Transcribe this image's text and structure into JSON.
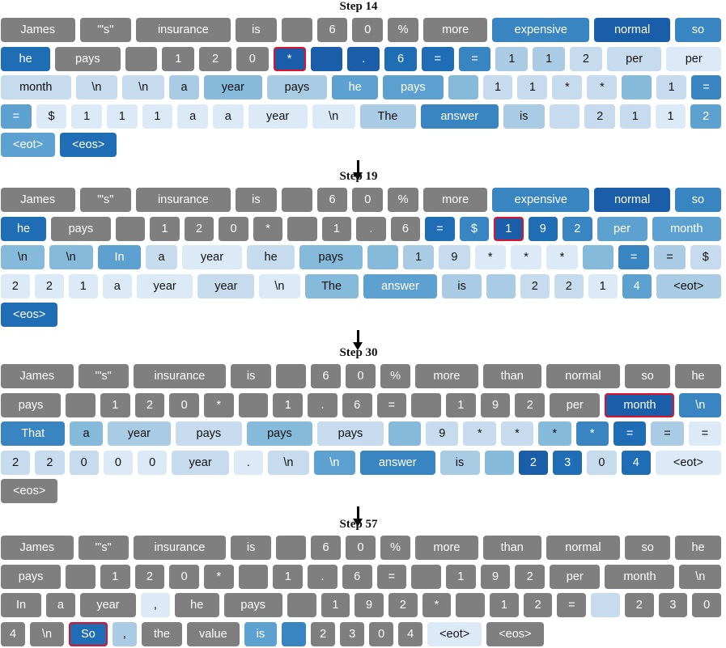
{
  "panels": [
    {
      "title": "Step 14",
      "rows": [
        [
          [
            "James",
            "m"
          ],
          [
            "'\"s\"",
            "m"
          ],
          [
            "insurance",
            "m"
          ],
          [
            "is",
            "m"
          ],
          [
            "",
            "m"
          ],
          [
            "6",
            "m"
          ],
          [
            "0",
            "m"
          ],
          [
            "%",
            "m"
          ],
          [
            "more",
            "m"
          ],
          [
            "expensive",
            "b5"
          ],
          [
            "normal",
            "b7"
          ],
          [
            "so",
            "b5"
          ]
        ],
        [
          [
            "he",
            "b6"
          ],
          [
            "pays",
            "m"
          ],
          [
            "",
            "m"
          ],
          [
            "1",
            "m"
          ],
          [
            "2",
            "m"
          ],
          [
            "0",
            "m"
          ],
          [
            "*",
            "b7",
            true
          ],
          [
            "",
            "b7"
          ],
          [
            ".",
            "b7"
          ],
          [
            "6",
            "b6"
          ],
          [
            "=",
            "b6"
          ],
          [
            "=",
            "b5"
          ],
          [
            "1",
            "b2"
          ],
          [
            "1",
            "b2"
          ],
          [
            "2",
            "b1"
          ],
          [
            "per",
            "b1"
          ],
          [
            "per",
            "b0"
          ]
        ],
        [
          [
            "month",
            "b1"
          ],
          [
            "\\n",
            "b1"
          ],
          [
            "\\n",
            "b1"
          ],
          [
            "a",
            "b2"
          ],
          [
            "year",
            "b3"
          ],
          [
            "pays",
            "b2"
          ],
          [
            "he",
            "b4"
          ],
          [
            "pays",
            "b4"
          ],
          [
            "",
            "b3"
          ],
          [
            "1",
            "b1"
          ],
          [
            "1",
            "b1"
          ],
          [
            "*",
            "b1"
          ],
          [
            "*",
            "b1"
          ],
          [
            "",
            "b3"
          ],
          [
            "1",
            "b1"
          ],
          [
            "=",
            "b5"
          ]
        ],
        [
          [
            "=",
            "b4"
          ],
          [
            "$",
            "b0"
          ],
          [
            "1",
            "b0"
          ],
          [
            "1",
            "b0"
          ],
          [
            "1",
            "b0"
          ],
          [
            "a",
            "b0"
          ],
          [
            "a",
            "b0"
          ],
          [
            "year",
            "b0"
          ],
          [
            "\\n",
            "b0"
          ],
          [
            "The",
            "b2"
          ],
          [
            "answer",
            "b5"
          ],
          [
            "is",
            "b2"
          ],
          [
            "",
            "b1"
          ],
          [
            "2",
            "b1"
          ],
          [
            "1",
            "b1"
          ],
          [
            "1",
            "b0"
          ],
          [
            "2",
            "b4"
          ]
        ],
        [
          [
            "<eot>",
            "b4"
          ],
          [
            "<eos>",
            "b6"
          ]
        ]
      ]
    },
    {
      "title": "Step 19",
      "rows": [
        [
          [
            "James",
            "m"
          ],
          [
            "'\"s\"",
            "m"
          ],
          [
            "insurance",
            "m"
          ],
          [
            "is",
            "m"
          ],
          [
            "",
            "m"
          ],
          [
            "6",
            "m"
          ],
          [
            "0",
            "m"
          ],
          [
            "%",
            "m"
          ],
          [
            "more",
            "m"
          ],
          [
            "expensive",
            "b5"
          ],
          [
            "normal",
            "b7"
          ],
          [
            "so",
            "b5"
          ]
        ],
        [
          [
            "he",
            "b6"
          ],
          [
            "pays",
            "m"
          ],
          [
            "",
            "m"
          ],
          [
            "1",
            "m"
          ],
          [
            "2",
            "m"
          ],
          [
            "0",
            "m"
          ],
          [
            "*",
            "m"
          ],
          [
            "",
            "m"
          ],
          [
            "1",
            "m"
          ],
          [
            ".",
            "m"
          ],
          [
            "6",
            "m"
          ],
          [
            "=",
            "b6"
          ],
          [
            "$",
            "b5"
          ],
          [
            "1",
            "b7",
            true
          ],
          [
            "9",
            "b6"
          ],
          [
            "2",
            "b5"
          ],
          [
            "per",
            "b4"
          ],
          [
            "month",
            "b4"
          ]
        ],
        [
          [
            "\\n",
            "b3"
          ],
          [
            "\\n",
            "b3"
          ],
          [
            "In",
            "b4"
          ],
          [
            "a",
            "b1"
          ],
          [
            "year",
            "b0"
          ],
          [
            "he",
            "b1"
          ],
          [
            "pays",
            "b3"
          ],
          [
            "",
            "b3"
          ],
          [
            "1",
            "b2"
          ],
          [
            "9",
            "b1"
          ],
          [
            "*",
            "b0"
          ],
          [
            "*",
            "b0"
          ],
          [
            "*",
            "b0"
          ],
          [
            "",
            "b3"
          ],
          [
            "=",
            "b5"
          ],
          [
            "=",
            "b2"
          ],
          [
            "$",
            "b1"
          ]
        ],
        [
          [
            "2",
            "b0"
          ],
          [
            "2",
            "b0"
          ],
          [
            "1",
            "b0"
          ],
          [
            "a",
            "b0"
          ],
          [
            "year",
            "b0"
          ],
          [
            "year",
            "b1"
          ],
          [
            "\\n",
            "b0"
          ],
          [
            "The",
            "b3"
          ],
          [
            "answer",
            "b4"
          ],
          [
            "is",
            "b2"
          ],
          [
            "",
            "b2"
          ],
          [
            "2",
            "b1"
          ],
          [
            "2",
            "b1"
          ],
          [
            "1",
            "b0"
          ],
          [
            "4",
            "b4"
          ],
          [
            "<eot>",
            "b2"
          ]
        ],
        [
          [
            "<eos>",
            "b6"
          ]
        ]
      ]
    },
    {
      "title": "Step 30",
      "rows": [
        [
          [
            "James",
            "m"
          ],
          [
            "'\"s\"",
            "m"
          ],
          [
            "insurance",
            "m"
          ],
          [
            "is",
            "m"
          ],
          [
            "",
            "m"
          ],
          [
            "6",
            "m"
          ],
          [
            "0",
            "m"
          ],
          [
            "%",
            "m"
          ],
          [
            "more",
            "m"
          ],
          [
            "than",
            "m"
          ],
          [
            "normal",
            "m"
          ],
          [
            "so",
            "m"
          ],
          [
            "he",
            "m"
          ]
        ],
        [
          [
            "pays",
            "m"
          ],
          [
            "",
            "m"
          ],
          [
            "1",
            "m"
          ],
          [
            "2",
            "m"
          ],
          [
            "0",
            "m"
          ],
          [
            "*",
            "m"
          ],
          [
            "",
            "m"
          ],
          [
            "1",
            "m"
          ],
          [
            ".",
            "m"
          ],
          [
            "6",
            "m"
          ],
          [
            "=",
            "m"
          ],
          [
            "",
            "m"
          ],
          [
            "1",
            "m"
          ],
          [
            "9",
            "m"
          ],
          [
            "2",
            "m"
          ],
          [
            "per",
            "m"
          ],
          [
            "month",
            "b7",
            true
          ],
          [
            "\\n",
            "b5"
          ]
        ],
        [
          [
            "That",
            "b5"
          ],
          [
            "a",
            "b3"
          ],
          [
            "year",
            "b2"
          ],
          [
            "pays",
            "b1"
          ],
          [
            "pays",
            "b3"
          ],
          [
            "pays",
            "b1"
          ],
          [
            "",
            "b3"
          ],
          [
            "9",
            "b1"
          ],
          [
            "*",
            "b1"
          ],
          [
            "*",
            "b1"
          ],
          [
            "*",
            "b3"
          ],
          [
            "*",
            "b5"
          ],
          [
            "=",
            "b6"
          ],
          [
            "=",
            "b2"
          ],
          [
            "=",
            "b0"
          ]
        ],
        [
          [
            "2",
            "b1"
          ],
          [
            "2",
            "b1"
          ],
          [
            "0",
            "b1"
          ],
          [
            "0",
            "b0"
          ],
          [
            "0",
            "b0"
          ],
          [
            "year",
            "b1"
          ],
          [
            ".",
            "b0"
          ],
          [
            "\\n",
            "b1"
          ],
          [
            "\\n",
            "b4"
          ],
          [
            "answer",
            "b5"
          ],
          [
            "is",
            "b2"
          ],
          [
            "",
            "b3"
          ],
          [
            "2",
            "b7"
          ],
          [
            "3",
            "b6"
          ],
          [
            "0",
            "b1"
          ],
          [
            "4",
            "b6"
          ],
          [
            "<eot>",
            "b0"
          ]
        ],
        [
          [
            "<eos>",
            "m"
          ]
        ]
      ]
    },
    {
      "title": "Step 57",
      "rows": [
        [
          [
            "James",
            "m"
          ],
          [
            "'\"s\"",
            "m"
          ],
          [
            "insurance",
            "m"
          ],
          [
            "is",
            "m"
          ],
          [
            "",
            "m"
          ],
          [
            "6",
            "m"
          ],
          [
            "0",
            "m"
          ],
          [
            "%",
            "m"
          ],
          [
            "more",
            "m"
          ],
          [
            "than",
            "m"
          ],
          [
            "normal",
            "m"
          ],
          [
            "so",
            "m"
          ],
          [
            "he",
            "m"
          ]
        ],
        [
          [
            "pays",
            "m"
          ],
          [
            "",
            "m"
          ],
          [
            "1",
            "m"
          ],
          [
            "2",
            "m"
          ],
          [
            "0",
            "m"
          ],
          [
            "*",
            "m"
          ],
          [
            "",
            "m"
          ],
          [
            "1",
            "m"
          ],
          [
            ".",
            "m"
          ],
          [
            "6",
            "m"
          ],
          [
            "=",
            "m"
          ],
          [
            "",
            "m"
          ],
          [
            "1",
            "m"
          ],
          [
            "9",
            "m"
          ],
          [
            "2",
            "m"
          ],
          [
            "per",
            "m"
          ],
          [
            "month",
            "m"
          ],
          [
            "\\n",
            "m"
          ]
        ],
        [
          [
            "In",
            "m"
          ],
          [
            "a",
            "m"
          ],
          [
            "year",
            "m"
          ],
          [
            ",",
            "b0"
          ],
          [
            "he",
            "m"
          ],
          [
            "pays",
            "m"
          ],
          [
            "",
            "m"
          ],
          [
            "1",
            "m"
          ],
          [
            "9",
            "m"
          ],
          [
            "2",
            "m"
          ],
          [
            "*",
            "m"
          ],
          [
            "",
            "m"
          ],
          [
            "1",
            "m"
          ],
          [
            "2",
            "m"
          ],
          [
            "=",
            "m"
          ],
          [
            "",
            "b1"
          ],
          [
            "2",
            "m"
          ],
          [
            "3",
            "m"
          ],
          [
            "0",
            "m"
          ]
        ],
        [
          [
            "4",
            "m"
          ],
          [
            "\\n",
            "m"
          ],
          [
            "So",
            "b6",
            true
          ],
          [
            ",",
            "b2"
          ],
          [
            "the",
            "m"
          ],
          [
            "value",
            "m"
          ],
          [
            "is",
            "b4"
          ],
          [
            "",
            "b5"
          ],
          [
            "2",
            "m"
          ],
          [
            "3",
            "m"
          ],
          [
            "0",
            "m"
          ],
          [
            "4",
            "m"
          ],
          [
            "<eot>",
            "b0"
          ],
          [
            "<eos>",
            "m"
          ]
        ]
      ]
    }
  ],
  "palette": {
    "m": "#7f7f7f",
    "b0": "#dce9f6",
    "b1": "#c6dcee",
    "b2": "#a9cce4",
    "b3": "#85badb",
    "b4": "#5da1d1",
    "b5": "#3885c2",
    "b6": "#1f6db4",
    "b7": "#1a5da8"
  },
  "text_colors": {
    "dark": "#ffffff",
    "light": "#111111"
  },
  "highlight_color": "#e0112b"
}
